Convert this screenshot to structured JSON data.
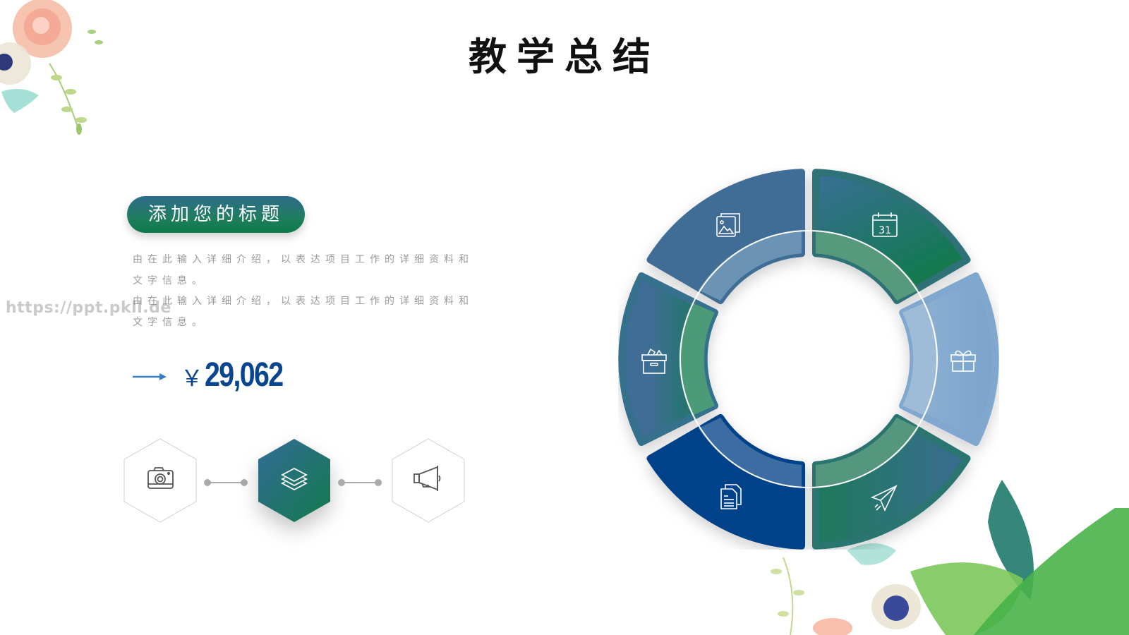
{
  "slide": {
    "title": "教学总结",
    "watermark": "https://ppt.pkll.de"
  },
  "left_panel": {
    "heading_pill": "添加您的标题",
    "description_lines": [
      "由在此输入详细介绍，以表达项目工作的详细资料和文字信息。",
      "由在此输入详细介绍，以表达项目工作的详细资料和文字信息。"
    ],
    "price": {
      "currency_symbol": "￥",
      "value": "29,062"
    },
    "hex_steps": [
      {
        "icon": "camera-icon",
        "style": "outline"
      },
      {
        "icon": "layers-icon",
        "style": "filled"
      },
      {
        "icon": "megaphone-icon",
        "style": "outline"
      }
    ]
  },
  "ring_diagram": {
    "segments": [
      {
        "position": "top-left",
        "icon": "images-icon"
      },
      {
        "position": "top-right",
        "icon": "calendar-icon",
        "icon_text": "31"
      },
      {
        "position": "right",
        "icon": "gift-icon"
      },
      {
        "position": "bottom-right",
        "icon": "paper-plane-icon"
      },
      {
        "position": "bottom-left",
        "icon": "documents-icon"
      },
      {
        "position": "left",
        "icon": "archive-box-icon"
      }
    ]
  },
  "colors": {
    "title": "#111111",
    "pill_top": "#2f6c8c",
    "pill_bottom": "#0e7a4a",
    "price": "#0a4590",
    "arrow": "#3a7bc8",
    "seg_blue": "#3f6d96",
    "seg_green": "#1a7a50",
    "seg_light_blue": "#7fa6cc",
    "seg_navy": "#00428a",
    "desc_text": "#9a9a9a"
  }
}
